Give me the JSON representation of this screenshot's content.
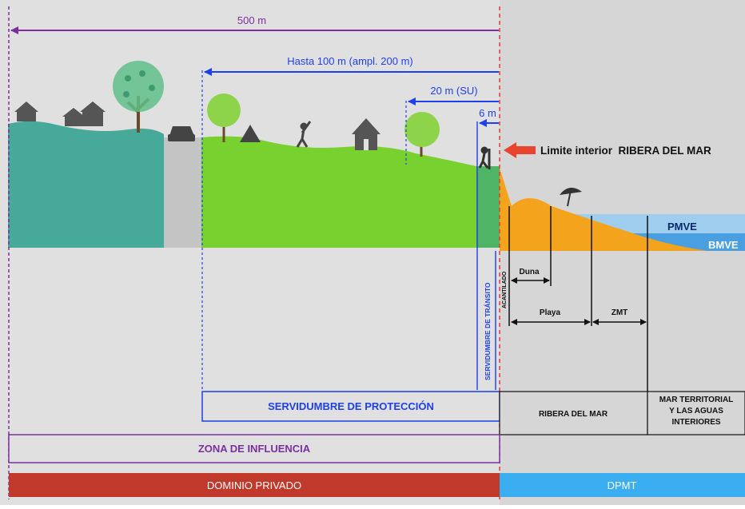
{
  "colors": {
    "background": "#e0e0e0",
    "background_right": "#d6d6d6",
    "private_land": "#47a99a",
    "road": "#c4c4c4",
    "green_land": "#79d130",
    "transit_strip": "#4fb464",
    "beach": "#f4a31d",
    "sea_light": "#9fcdee",
    "sea_dark": "#4a9fe0",
    "purple": "#7b2f9f",
    "blue": "#1f3fe8",
    "red_line": "#e53935",
    "red_arrow": "#e8432f",
    "dominio_privado": "#c0392b",
    "dpmt": "#3aaef0"
  },
  "icons": [
    "house-icon",
    "tree-icon",
    "car-icon",
    "tent-icon",
    "golfer-icon",
    "hut-icon",
    "hiker-icon",
    "umbrella-icon"
  ],
  "measures": {
    "m500": "500 m",
    "hasta100": "Hasta 100 m (ampl. 200 m)",
    "m20": "20 m (SU)",
    "m6": "6 m"
  },
  "limit_label": "Limite interior  RIBERA DEL MAR",
  "sea_labels": {
    "pmve": "PMVE",
    "bmve": "BMVE"
  },
  "beach_labels": {
    "duna": "Duna",
    "playa": "Playa",
    "zmt": "ZMT",
    "acantilado": "ACANTILADO"
  },
  "vertical_label": "SERVIDUMBRE DE TRÁNSITO",
  "zones": {
    "proteccion": "SERVIDUMBRE DE PROTECCIÓN",
    "ribera": "RIBERA DEL MAR",
    "mar_line1": "MAR TERRITORIAL",
    "mar_line2": "Y LAS AGUAS",
    "mar_line3": "INTERIORES",
    "influencia": "ZONA DE INFLUENCIA",
    "dominio_privado": "DOMINIO PRIVADO",
    "dpmt": "DPMT"
  }
}
